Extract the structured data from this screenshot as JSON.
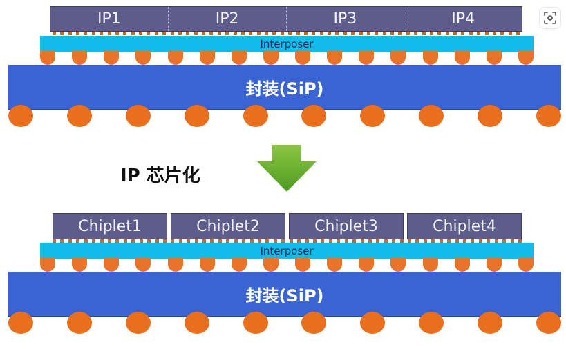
{
  "top_stack": {
    "ips": [
      "IP1",
      "IP2",
      "IP3",
      "IP4"
    ],
    "interposer_label": "Interposer",
    "package_label": "封装(SiP)"
  },
  "transform": {
    "label": "IP 芯片化"
  },
  "bottom_stack": {
    "chiplets": [
      "Chiplet1",
      "Chiplet2",
      "Chiplet3",
      "Chiplet4"
    ],
    "interposer_label": "Interposer",
    "package_label": "封装(SiP)"
  },
  "icons": {
    "lens": "visual-search-icon",
    "arrow": "arrow-down-icon"
  },
  "colors": {
    "die": "#5e5c8a",
    "interposer": "#12bcea",
    "package": "#3a63d4",
    "ball": "#ea6f1c",
    "arrow": "#6aab2e"
  }
}
